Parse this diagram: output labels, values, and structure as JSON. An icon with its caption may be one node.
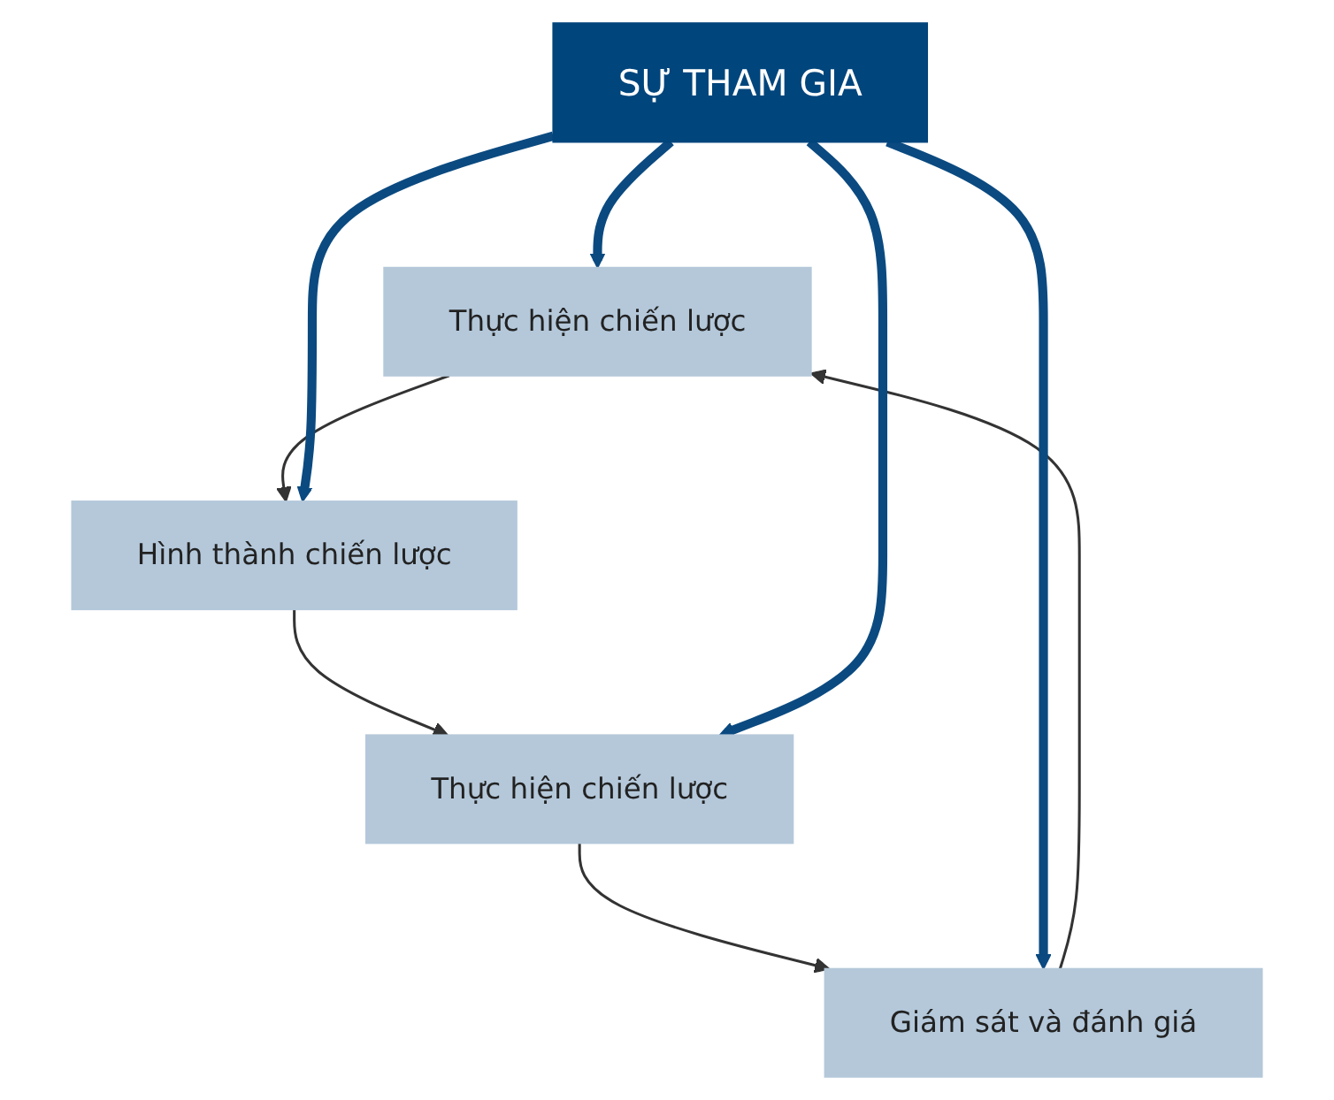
{
  "diagram": {
    "nodes": [
      {
        "text": [
          "Thực hiện chiến lược"
        ]
      },
      {
        "text": [
          "Giám sát và đánh giá"
        ]
      },
      {
        "text": [
          "SỰ THAM GIA"
        ]
      },
      {
        "text": [
          "Hình thành chiến lược"
        ]
      },
      {
        "text": [
          "Thực hiện chiến lược"
        ]
      }
    ],
    "edges": [
      {
        "from": 0,
        "to": 3,
        "arrow": "to"
      },
      {
        "from": 3,
        "to": 4,
        "arrow": "to"
      },
      {
        "from": 4,
        "to": 1,
        "arrow": "to"
      },
      {
        "from": 1,
        "to": 0,
        "arrow": "to"
      },
      {
        "from": 2,
        "to": 0,
        "arrow": "to",
        "style": "thick",
        "color": "#0b4a80"
      },
      {
        "from": 2,
        "to": 1,
        "arrow": "to",
        "style": "thick",
        "color": "#0b4a80"
      },
      {
        "from": 2,
        "to": 3,
        "arrow": "to",
        "style": "thick",
        "color": "#0b4a80"
      },
      {
        "from": 2,
        "to": 4,
        "arrow": "to",
        "style": "thick",
        "color": "#0b4a80"
      }
    ]
  }
}
